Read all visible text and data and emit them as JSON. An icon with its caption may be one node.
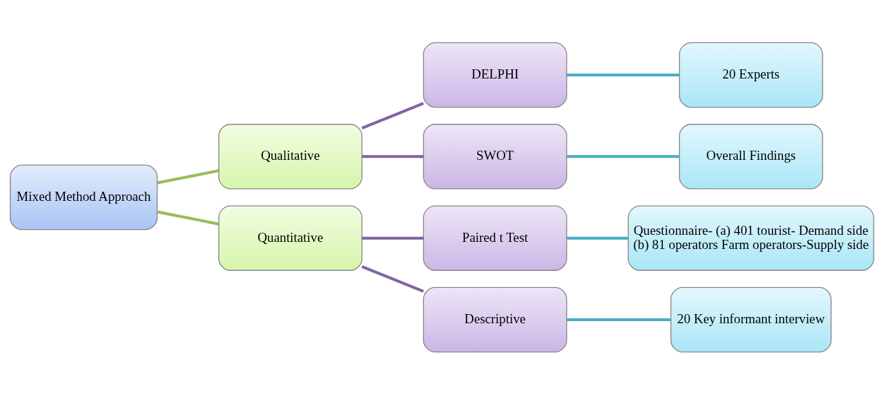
{
  "diagram": {
    "nodes": [
      {
        "text": [
          "Mixed Method Approach"
        ]
      },
      {
        "text": [
          "Qualitative"
        ]
      },
      {
        "text": [
          "DELPHI"
        ]
      },
      {
        "text": [
          "20 Experts"
        ]
      },
      {
        "text": [
          "SWOT"
        ]
      },
      {
        "text": [
          "Overall Findings"
        ]
      },
      {
        "text": [
          "Quantitative"
        ]
      },
      {
        "text": [
          "Paired t Test"
        ]
      },
      {
        "text": [
          "Questionnaire- (a) 401 tourist- Demand side",
          "(b) 81 operators Farm operators-Supply side"
        ]
      },
      {
        "text": [
          "Descriptive"
        ]
      },
      {
        "text": [
          "20 Key informant interview"
        ]
      }
    ],
    "edges": [
      {
        "from": 0,
        "to": 1,
        "arrow": "none",
        "color": "#9bbb59"
      },
      {
        "from": 0,
        "to": 6,
        "arrow": "none",
        "color": "#9bbb59"
      },
      {
        "from": 1,
        "to": 2,
        "arrow": "none",
        "color": "#8064a2"
      },
      {
        "from": 1,
        "to": 4,
        "arrow": "none",
        "color": "#8064a2"
      },
      {
        "from": 6,
        "to": 7,
        "arrow": "none",
        "color": "#8064a2"
      },
      {
        "from": 6,
        "to": 9,
        "arrow": "none",
        "color": "#8064a2"
      },
      {
        "from": 2,
        "to": 3,
        "arrow": "none",
        "color": "#4bacc6"
      },
      {
        "from": 4,
        "to": 5,
        "arrow": "none",
        "color": "#4bacc6"
      },
      {
        "from": 7,
        "to": 8,
        "arrow": "none",
        "color": "#4bacc6"
      },
      {
        "from": 9,
        "to": 10,
        "arrow": "none",
        "color": "#4bacc6"
      }
    ]
  }
}
